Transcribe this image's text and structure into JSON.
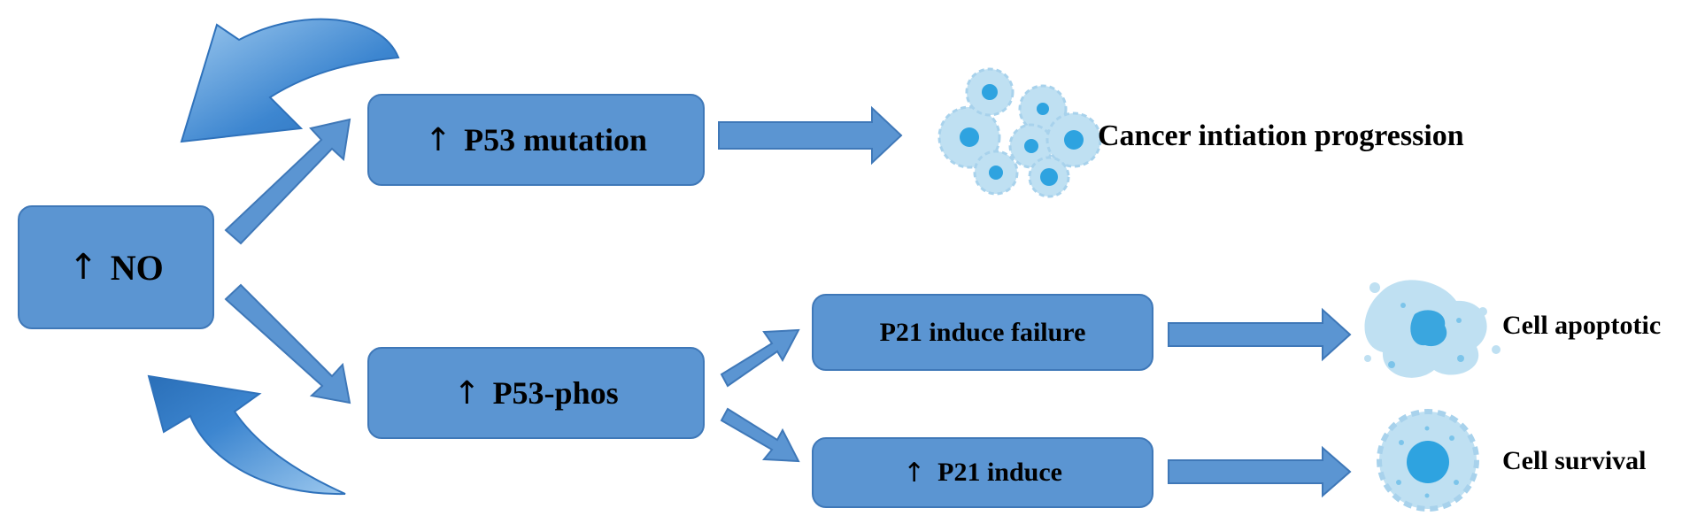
{
  "diagram": {
    "boxes": {
      "no": {
        "arrow": "↑",
        "text": "NO"
      },
      "p53_mutation": {
        "arrow": "↑",
        "text": "P53 mutation"
      },
      "p53_phos": {
        "arrow": "↑",
        "text": "P53-phos"
      },
      "p21_induce_failure": {
        "text": "P21 induce failure"
      },
      "p21_induce": {
        "arrow": "↑",
        "text": "P21 induce"
      }
    },
    "outcomes": {
      "cancer": "Cancer intiation progression",
      "apoptotic": "Cell apoptotic",
      "survival": "Cell survival"
    },
    "icons": [
      "cancer-cells-icon",
      "apoptotic-cell-icon",
      "survival-cell-icon",
      "feedback-arrow-icon"
    ],
    "colors": {
      "box_fill": "#5b95d2",
      "box_border": "#3f78b8",
      "arrow_fill": "#5b95d2",
      "cell_light": "#bfe0f2",
      "cell_dark": "#2ea3e0"
    }
  }
}
